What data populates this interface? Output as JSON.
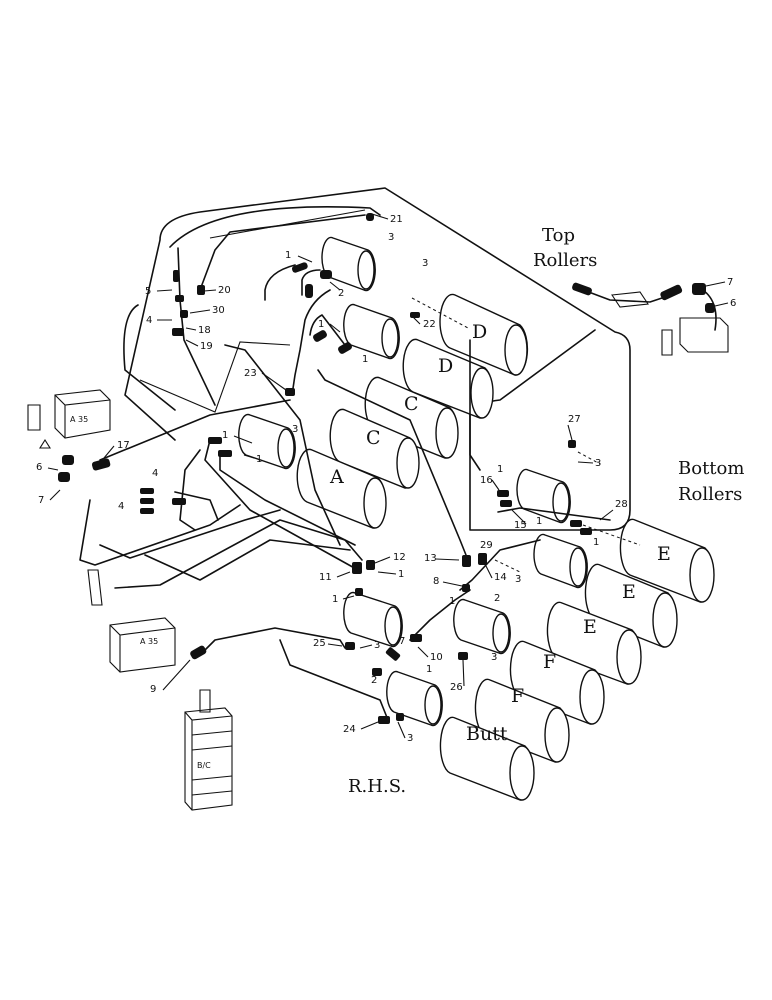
{
  "headings": {
    "top_rollers": [
      "Top",
      "Rollers"
    ],
    "bottom_rollers": [
      "Bottom",
      "Rollers"
    ],
    "side": "R.H.S."
  },
  "rollers": {
    "d1": "D",
    "d2": "D",
    "c1": "C",
    "c2": "C",
    "a": "A",
    "e1": "E",
    "e2": "E",
    "e3": "E",
    "f1": "F",
    "f2": "F",
    "butt": "Butt"
  },
  "components": {
    "valve_left": "A 35",
    "valve_lower": "A 35",
    "control_block": "B/C"
  },
  "callouts": {
    "n21": "21",
    "n3a": "3",
    "n1a": "1",
    "n2a": "2",
    "n3b": "3",
    "n5": "5",
    "n20": "20",
    "n30": "30",
    "n4a": "4",
    "n18": "18",
    "n19": "19",
    "n1b": "1",
    "n22": "22",
    "n1c": "1",
    "n7a": "7",
    "n6a": "6",
    "n23": "23",
    "n3c": "3",
    "n1d": "1",
    "n1e": "1",
    "n17": "17",
    "n6b": "6",
    "n7b": "7",
    "n4b": "4",
    "n4c": "4",
    "n27": "27",
    "n3d": "3",
    "n16": "16",
    "n1f": "1",
    "n15": "15",
    "n1g": "1",
    "n28": "28",
    "n1h": "1",
    "n12": "12",
    "n11": "11",
    "n1i": "1",
    "n1j": "1",
    "n13": "13",
    "n29": "29",
    "n8": "8",
    "n14": "14",
    "n3e": "3",
    "n1k": "1",
    "n2b": "2",
    "n25": "25",
    "n3f": "3",
    "n7c": "7",
    "n10": "10",
    "n2c": "2",
    "n1l": "1",
    "n26": "26",
    "n3g": "3",
    "n9": "9",
    "n24": "24",
    "n3h": "3"
  }
}
